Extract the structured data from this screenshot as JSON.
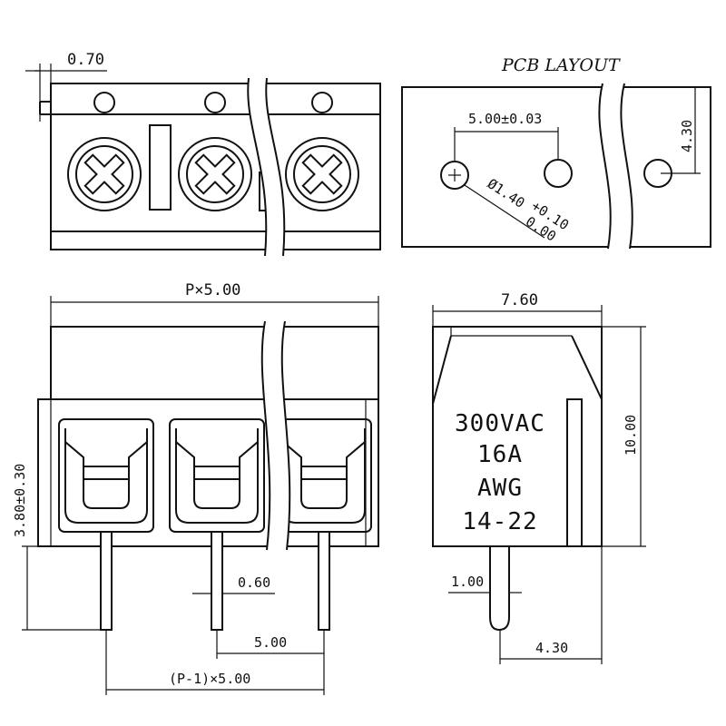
{
  "title": "PCB LAYOUT",
  "dimensions": {
    "flange": "0.70",
    "hole_pitch": "5.00±0.03",
    "hole_offset": "4.30",
    "hole_diameter": "Ø1.40",
    "hole_tol_plus": "+0.10",
    "hole_tol_minus": "0.00",
    "length": "P×5.00",
    "pin_height": "3.80±0.30",
    "pin_width": "0.60",
    "pin_pitch": "5.00",
    "pin_span": "(P-1)×5.00",
    "width": "7.60",
    "height": "10.00",
    "pin_thickness": "1.00",
    "pin_offset": "4.30"
  },
  "rating": {
    "voltage": "300VAC",
    "current": "16A",
    "wire_label": "AWG",
    "wire_range": "14-22"
  },
  "colors": {
    "line": "#111111",
    "background": "#ffffff"
  },
  "icons": [
    "screw-head-icon",
    "pcb-hole-icon"
  ]
}
